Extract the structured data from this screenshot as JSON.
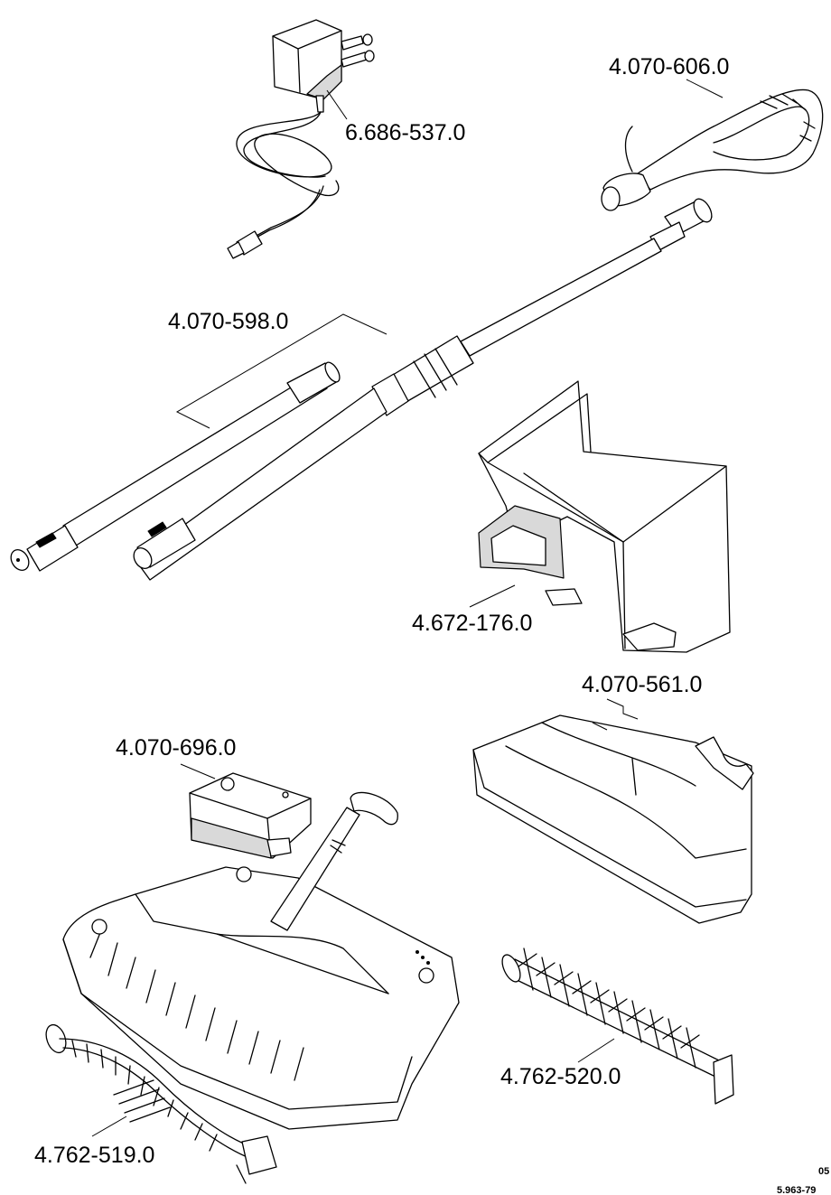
{
  "parts": [
    {
      "id": "charger",
      "label": "6.686-537.0",
      "icon": "power-adapter-icon"
    },
    {
      "id": "handle",
      "label": "4.070-606.0",
      "icon": "handle-grip-icon"
    },
    {
      "id": "extension-tubes",
      "label": "4.070-598.0",
      "icon": "tube-set-icon"
    },
    {
      "id": "wall-bracket",
      "label": "4.672-176.0",
      "icon": "wall-holder-icon"
    },
    {
      "id": "dust-container",
      "label": "4.070-561.0",
      "icon": "container-tray-icon"
    },
    {
      "id": "battery-pack",
      "label": "4.070-696.0",
      "icon": "battery-icon"
    },
    {
      "id": "brush-roller-straight",
      "label": "4.762-520.0",
      "icon": "brush-roller-icon"
    },
    {
      "id": "brush-roller-spiral",
      "label": "4.762-519.0",
      "icon": "spiral-brush-icon"
    }
  ],
  "footer": {
    "date_code": "05",
    "document_number": "5.963-79"
  }
}
